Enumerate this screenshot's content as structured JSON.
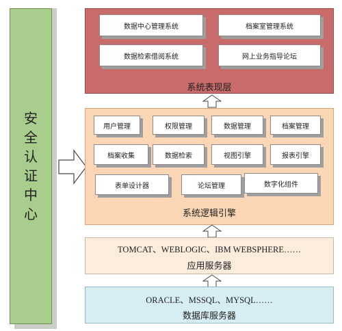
{
  "security": {
    "label": "安全认证中心"
  },
  "presentation": {
    "title": "系统表现层",
    "modules": [
      "数据中心管理系统",
      "档案室管理系统",
      "数据检索借阅系统",
      "网上业务指导论坛"
    ]
  },
  "logic": {
    "title": "系统逻辑引擎",
    "row1": [
      "用户管理",
      "权限管理",
      "数据管理",
      "档案管理"
    ],
    "row2": [
      "档案收集",
      "数据检索",
      "视图引擎",
      "报表引擎"
    ],
    "row3": [
      "表单设计器",
      "论坛管理",
      "数字化组件"
    ]
  },
  "app_server": {
    "products": "TOMCAT、WEBLOGIC、IBM WEBSPHERE……",
    "title": "应用服务器"
  },
  "db_server": {
    "products": "ORACLE、MSSQL、MYSQL……",
    "title": "数据库服务器"
  },
  "colors": {
    "presentation": "#c96b6b",
    "logic": "#fbd6b4",
    "app": "#fbecdc",
    "db": "#d6eef3",
    "security": "#a9cd8c"
  }
}
